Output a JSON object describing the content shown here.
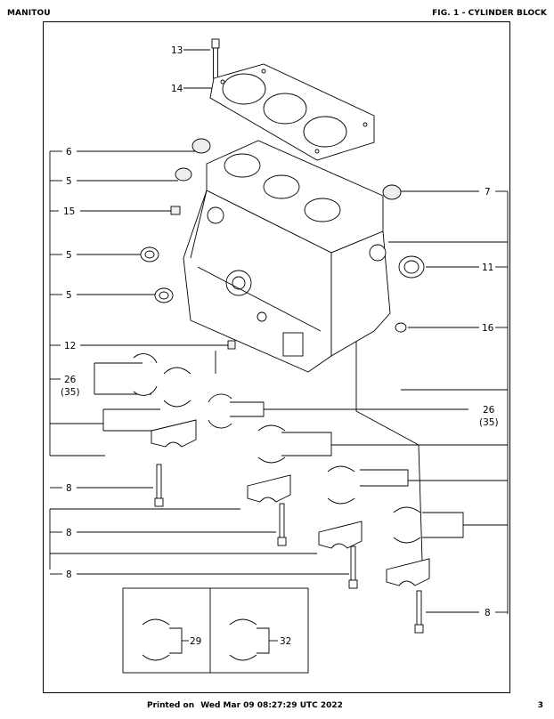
{
  "header": {
    "brand": "MANITOU",
    "figure_title": "FIG. 1 - CYLINDER BLOCK"
  },
  "callouts": {
    "c13": "13",
    "c14": "14",
    "c6": "6",
    "c5a": "5",
    "c15": "15",
    "c5b": "5",
    "c5c": "5",
    "c12": "12",
    "c26a": "26",
    "c26a_alt": "(35)",
    "c7": "7",
    "c11": "11",
    "c16": "16",
    "c26b": "26",
    "c26b_alt": "(35)",
    "c8a": "8",
    "c8b": "8",
    "c8c": "8",
    "c8d": "8",
    "c29": "29",
    "c32": "32"
  },
  "footer": {
    "printed_label": "Printed on",
    "printed_date": "Wed Mar 09 08:27:29 UTC 2022",
    "page_number": "3"
  }
}
